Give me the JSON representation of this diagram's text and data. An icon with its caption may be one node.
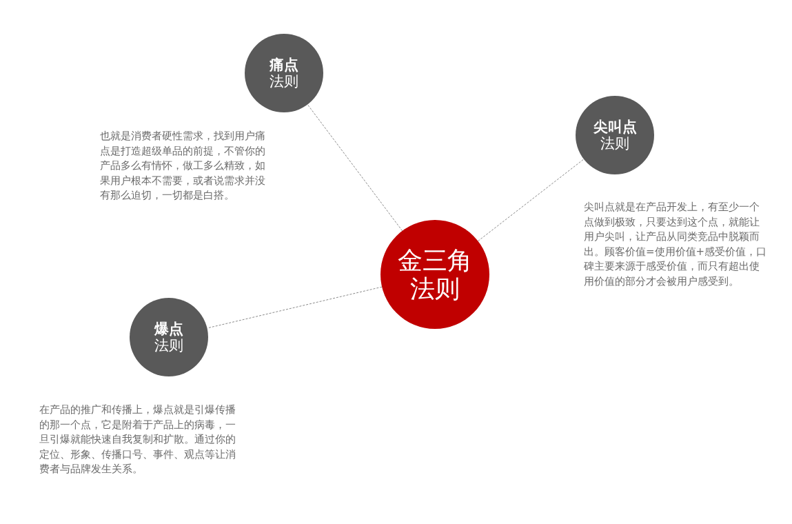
{
  "diagram": {
    "nodes": [
      {
        "text": [
          "痛点",
          "法则"
        ],
        "beside": [
          "也就是消费者硬性需求，找到用户痛点是打造超级单品的前提，不管你的产品多么有情怀，做工多么精致，如果用户根本不需要，或者说需求并没有那么迫切，一切都是白搭。"
        ]
      },
      {
        "text": [
          "尖叫点",
          "法则"
        ],
        "beside": [
          "尖叫点就是在产品开发上，有至少一个点做到极致，只要达到这个点，就能让用户尖叫，让产品从同类竞品中脱颖而出。顾客价值=使用价值+感受价值，口碑主要来源于感受价值，而只有超出使用价值的部分才会被用户感受到。"
        ]
      },
      {
        "text": [
          "金三角",
          "法则"
        ]
      },
      {
        "text": [
          "爆点",
          "法则"
        ],
        "beside": [
          "在产品的推广和传播上，爆点就是引爆传播的那一个点，它是附着于产品上的病毒，一旦引爆就能快速自我复制和扩散。通过你的定位、形象、传播口号、事件、观点等让消费者与品牌发生关系。"
        ]
      }
    ],
    "edges": [
      {
        "from": 2,
        "to": 0,
        "arrow": "none",
        "style": "dashed"
      },
      {
        "from": 2,
        "to": 1,
        "arrow": "none",
        "style": "dashed"
      },
      {
        "from": 2,
        "to": 3,
        "arrow": "none",
        "style": "dashed"
      }
    ]
  }
}
